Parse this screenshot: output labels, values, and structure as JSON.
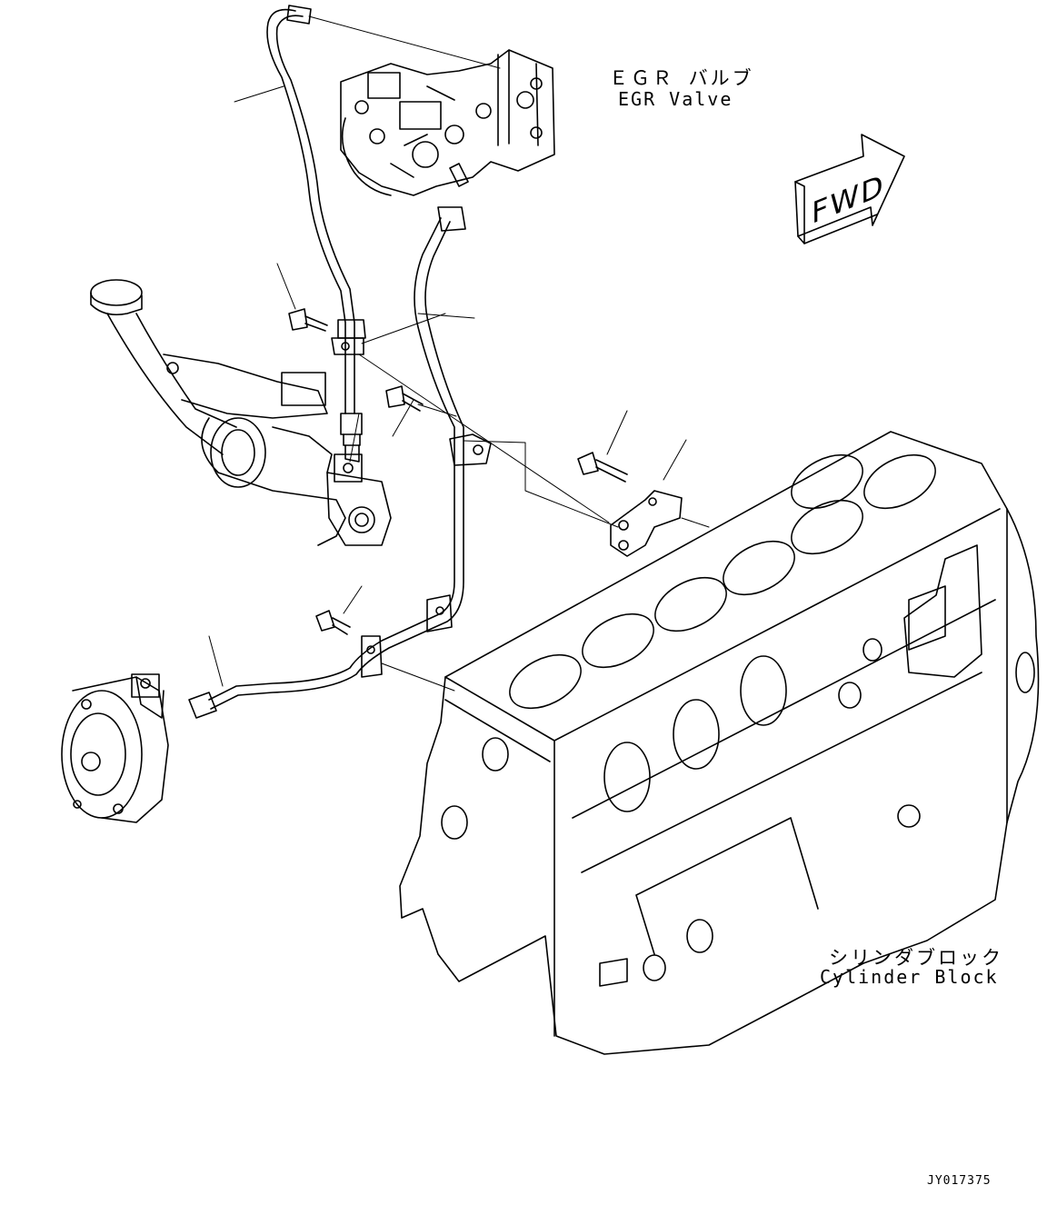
{
  "labels": {
    "egr_valve_jp": "ＥＧＲ バルブ",
    "egr_valve_en": "EGR Valve",
    "cylinder_block_jp": "シリンダブロック",
    "cylinder_block_en": "Cylinder Block",
    "fwd": "FWD",
    "drawing_code": "JY017375"
  }
}
